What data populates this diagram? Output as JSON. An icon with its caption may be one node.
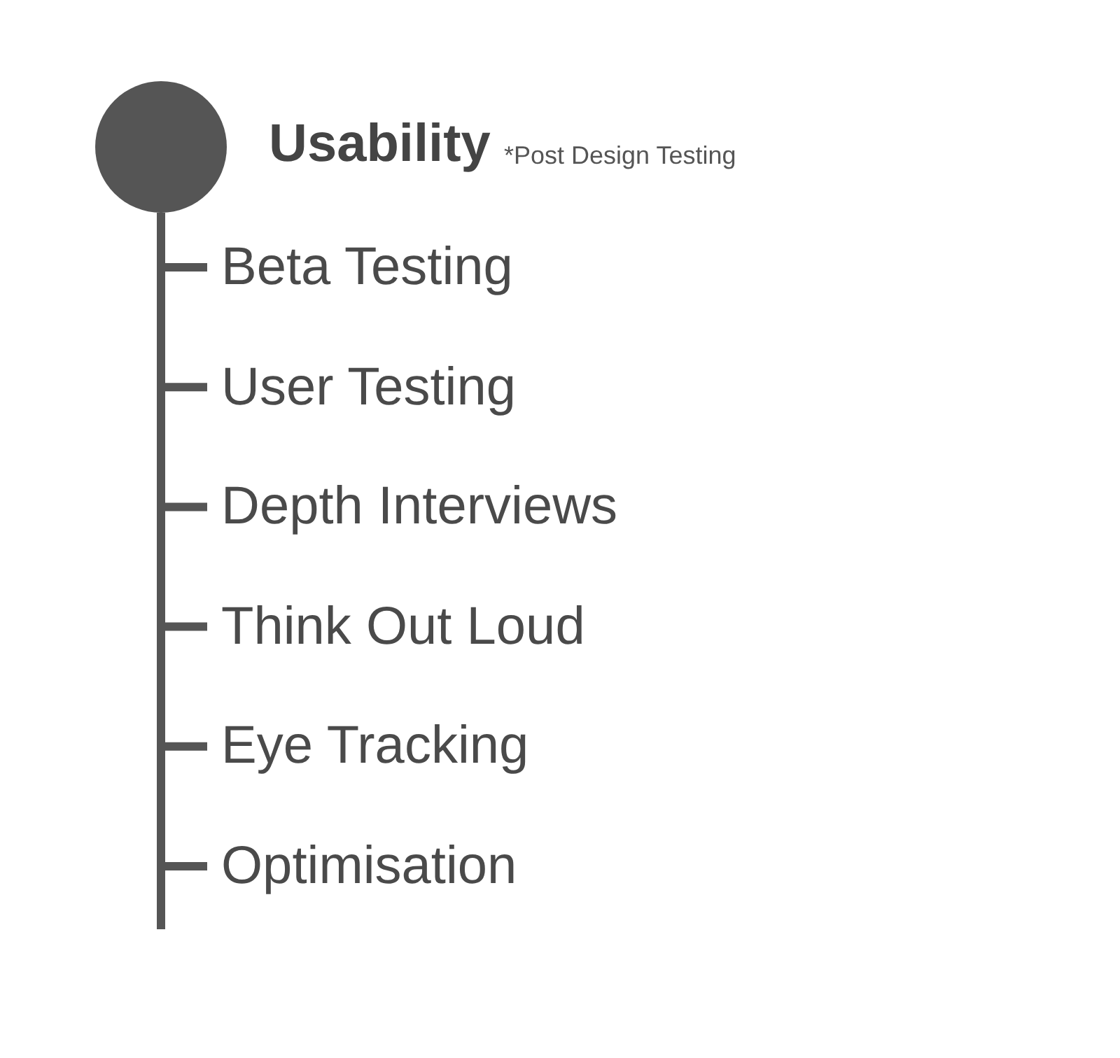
{
  "diagram": {
    "nodes": [
      {
        "text": [
          "Usability",
          "*Post Design Testing"
        ]
      },
      {
        "text": [
          "Beta Testing"
        ]
      },
      {
        "text": [
          "User Testing"
        ]
      },
      {
        "text": [
          "Depth Interviews"
        ]
      },
      {
        "text": [
          "Think Out Loud"
        ]
      },
      {
        "text": [
          "Eye Tracking"
        ]
      },
      {
        "text": [
          "Optimisation"
        ]
      }
    ],
    "edges": [
      {
        "from": 0,
        "to": 1,
        "arrow": "none"
      },
      {
        "from": 0,
        "to": 2,
        "arrow": "none"
      },
      {
        "from": 0,
        "to": 3,
        "arrow": "none"
      },
      {
        "from": 0,
        "to": 4,
        "arrow": "none"
      },
      {
        "from": 0,
        "to": 5,
        "arrow": "none"
      },
      {
        "from": 0,
        "to": 6,
        "arrow": "none"
      }
    ]
  }
}
